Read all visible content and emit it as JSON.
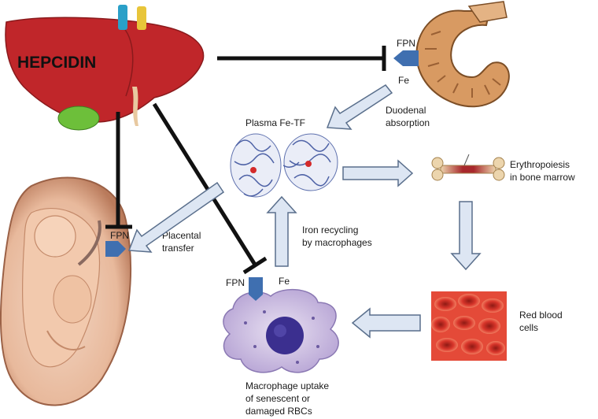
{
  "hormone_label": "HEPCIDIN",
  "labels": {
    "fpn_duodenum": "FPN",
    "fe_duodenum": "Fe",
    "duodenal_absorption_1": "Duodenal",
    "duodenal_absorption_2": "absorption",
    "plasma": "Plasma Fe-TF",
    "erythropoiesis_1": "Erythropoiesis",
    "erythropoiesis_2": "in bone marrow",
    "fpn_placenta": "FPN",
    "placental_1": "Placental",
    "placental_2": "transfer",
    "recycling_1": "Iron recycling",
    "recycling_2": "by macrophages",
    "fpn_macrophage": "FPN",
    "fe_macrophage": "Fe",
    "rbc_1": "Red blood",
    "rbc_2": "cells",
    "uptake_1": "Macrophage uptake",
    "uptake_2": "of senescent or",
    "uptake_3": "damaged RBCs"
  },
  "colors": {
    "liver": "#c0262a",
    "gallbladder": "#6dbf3a",
    "fpn": "#3f6fb0",
    "arrow_fill": "#dde6f3",
    "arrow_stroke": "#5a6f8c",
    "inhibition": "#111111",
    "rbc": "#d9362b",
    "macrophage": "#cbbde0",
    "nucleus": "#3b2f8f"
  }
}
